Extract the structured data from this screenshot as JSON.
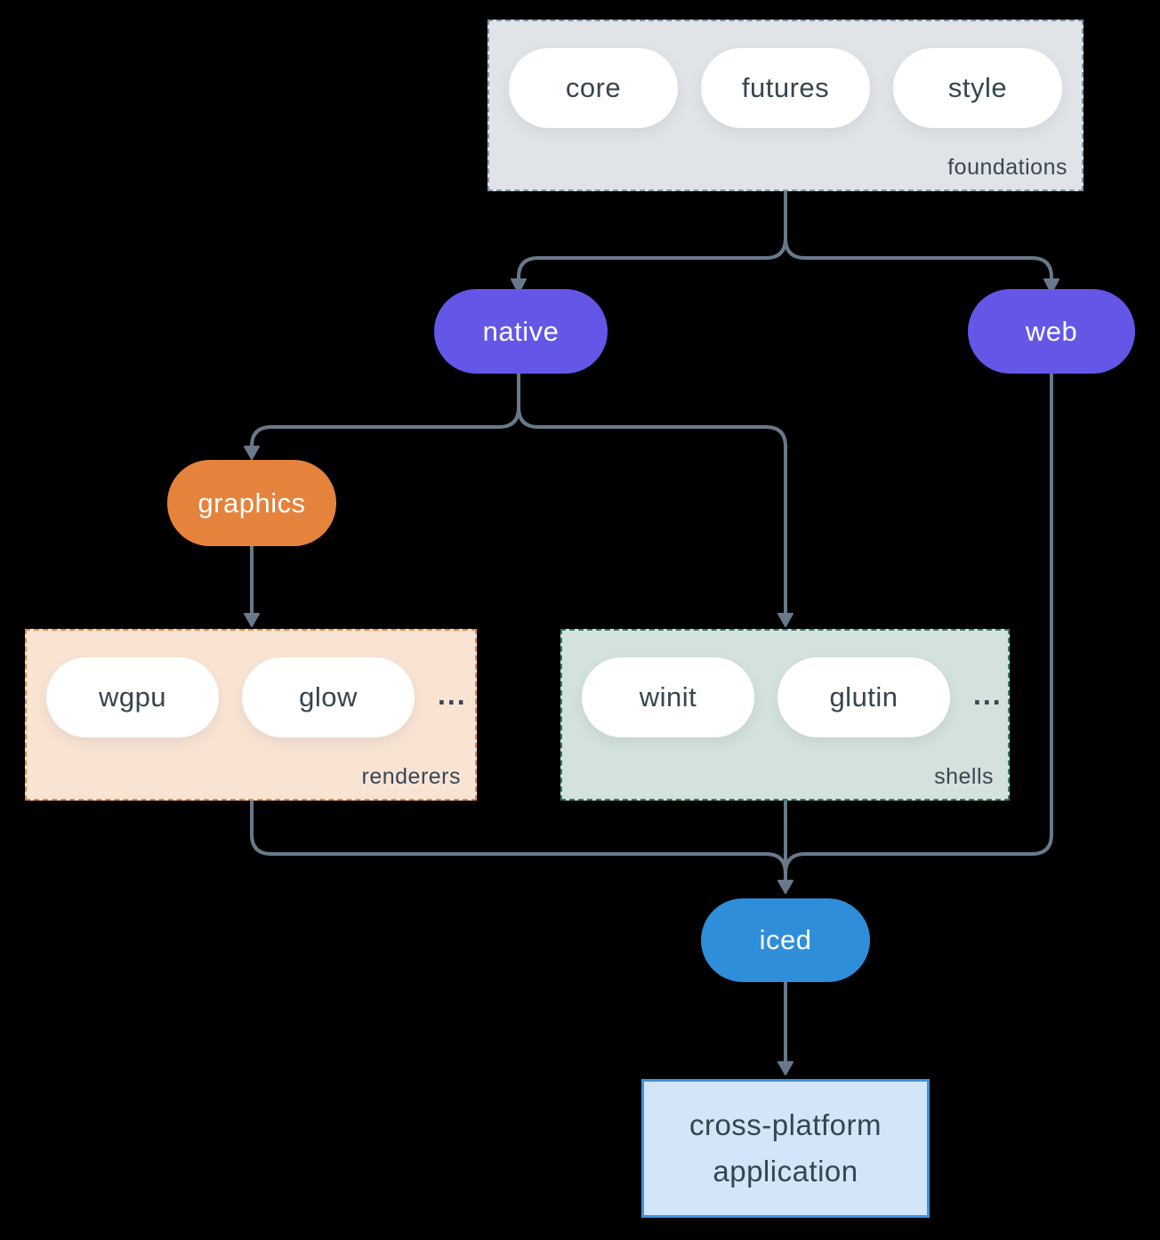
{
  "colors": {
    "bg": "#000000",
    "line": "#68798b",
    "ink": "#36454f",
    "white": "#ffffff",
    "purple": "#6457e8",
    "orange": "#e5823c",
    "blue": "#2e8eda",
    "foundations-fill": "#e0e4e8",
    "foundations-border": "#8496a9",
    "renderers-fill": "#f9e4d4",
    "renderers-border": "#e8873e",
    "shells-fill": "#d3e2dc",
    "shells-border": "#2d7c6d",
    "app-fill": "#d3e5f8",
    "app-border": "#3f93e0"
  },
  "diagram": {
    "foundations": {
      "label": "foundations",
      "pills": [
        "core",
        "futures",
        "style"
      ]
    },
    "native": {
      "label": "native"
    },
    "web": {
      "label": "web"
    },
    "graphics": {
      "label": "graphics"
    },
    "renderers": {
      "label": "renderers",
      "pills": [
        "wgpu",
        "glow"
      ],
      "ellipsis": "..."
    },
    "shells": {
      "label": "shells",
      "pills": [
        "winit",
        "glutin"
      ],
      "ellipsis": "..."
    },
    "iced": {
      "label": "iced"
    },
    "application": {
      "line1": "cross-platform",
      "line2": "application"
    }
  }
}
